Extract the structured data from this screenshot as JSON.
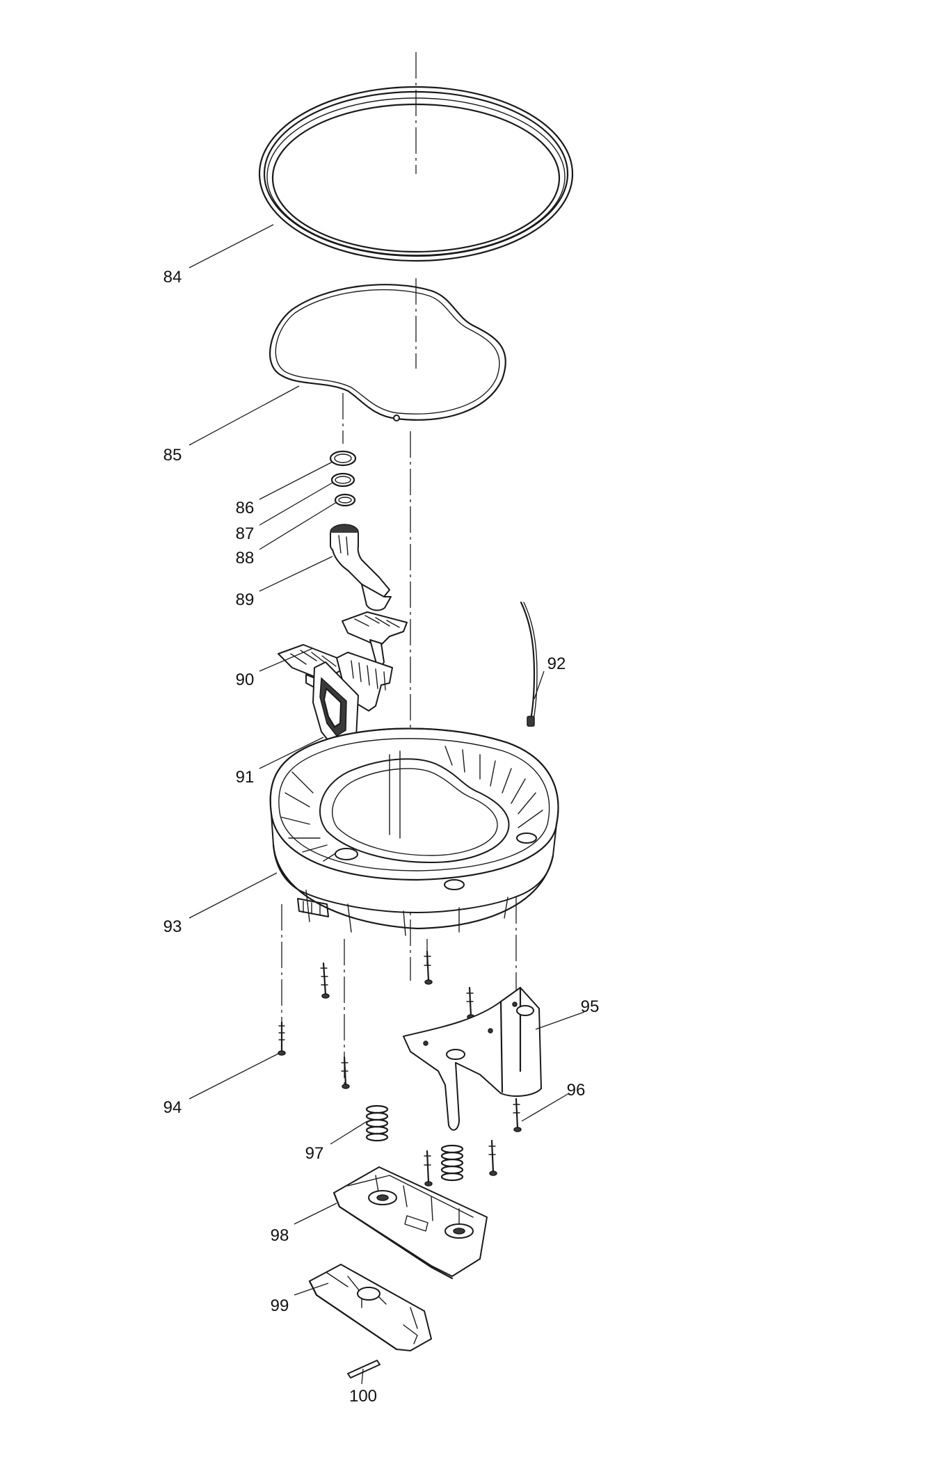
{
  "diagram": {
    "parts": [
      {
        "id": "84",
        "label": "84",
        "name": "outer-seal-ring"
      },
      {
        "id": "85",
        "label": "85",
        "name": "inner-gasket"
      },
      {
        "id": "86",
        "label": "86",
        "name": "o-ring-upper"
      },
      {
        "id": "87",
        "label": "87",
        "name": "o-ring-middle"
      },
      {
        "id": "88",
        "label": "88",
        "name": "o-ring-lower"
      },
      {
        "id": "89",
        "label": "89",
        "name": "hose-elbow"
      },
      {
        "id": "90",
        "label": "90",
        "name": "filter-grid"
      },
      {
        "id": "91",
        "label": "91",
        "name": "valve-housing"
      },
      {
        "id": "92",
        "label": "92",
        "name": "wire-rod"
      },
      {
        "id": "93",
        "label": "93",
        "name": "base-housing"
      },
      {
        "id": "94",
        "label": "94",
        "name": "screw-long"
      },
      {
        "id": "95",
        "label": "95",
        "name": "mounting-bracket"
      },
      {
        "id": "96",
        "label": "96",
        "name": "screw-bracket"
      },
      {
        "id": "97",
        "label": "97",
        "name": "compression-spring"
      },
      {
        "id": "98",
        "label": "98",
        "name": "lever-cradle"
      },
      {
        "id": "99",
        "label": "99",
        "name": "release-lever"
      },
      {
        "id": "100",
        "label": "100",
        "name": "pivot-pin"
      }
    ]
  }
}
